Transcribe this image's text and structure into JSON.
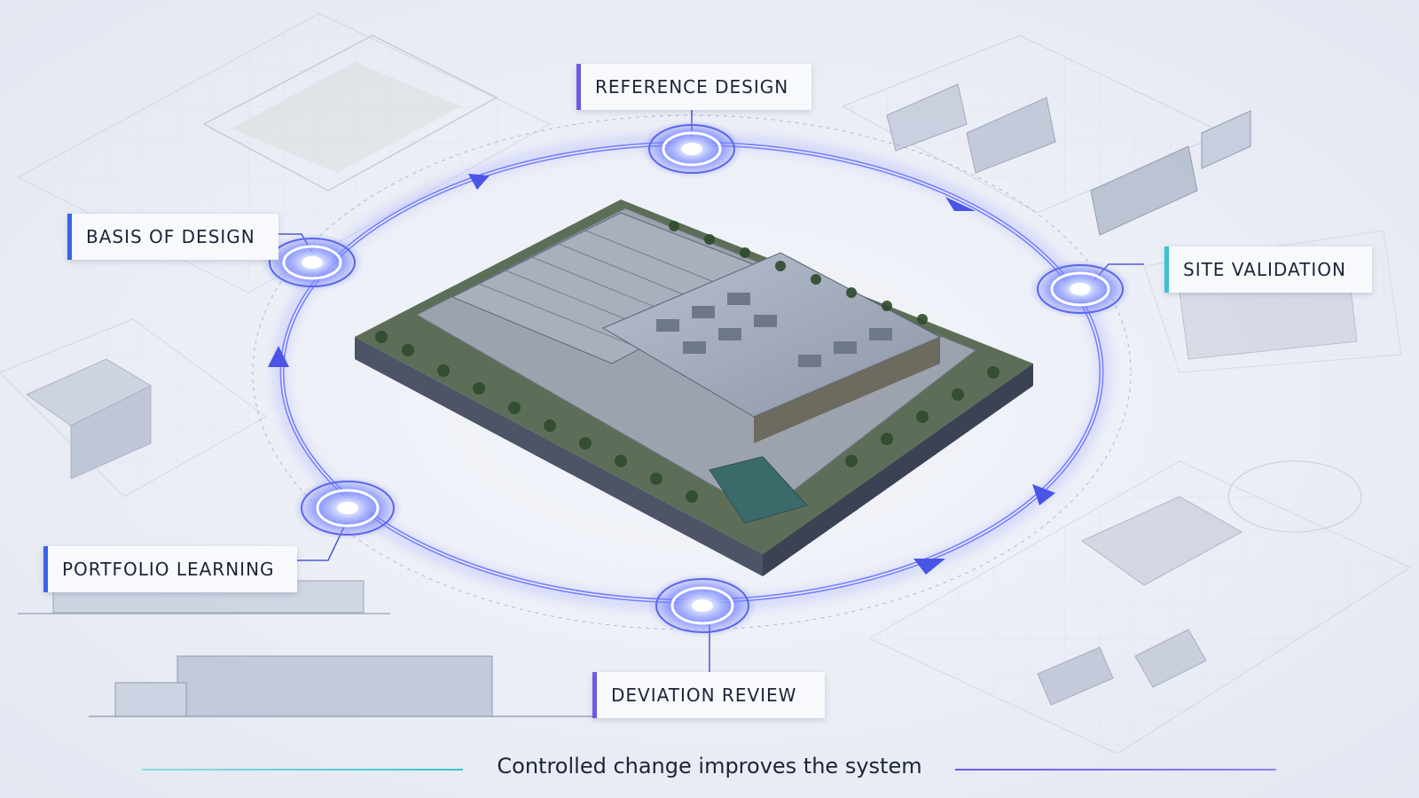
{
  "stages": {
    "reference_design": "REFERENCE DESIGN",
    "basis_of_design": "BASIS OF DESIGN",
    "site_validation": "SITE VALIDATION",
    "portfolio_learning": "PORTFOLIO LEARNING",
    "deviation_review": "DEVIATION REVIEW"
  },
  "caption": "Controlled change improves the system",
  "colors": {
    "ring": "#7b83ff",
    "accent_purple": "#6b5ae6",
    "accent_teal": "#37c3cf",
    "accent_blue": "#3a62e8",
    "text": "#1d2438"
  }
}
